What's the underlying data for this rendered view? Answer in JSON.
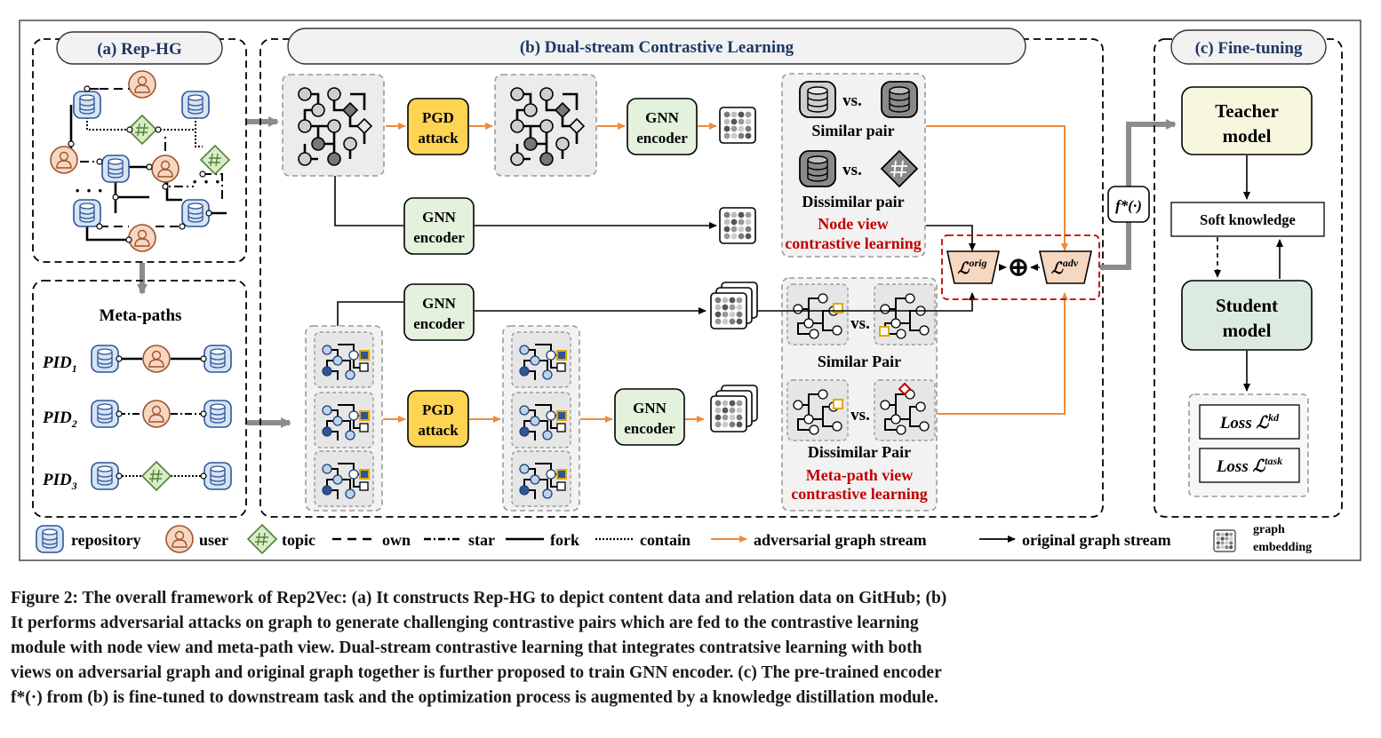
{
  "sections": {
    "rep_hg": "(a) Rep-HG",
    "dual_stream": "(b) Dual-stream Contrastive Learning",
    "fine_tuning": "(c) Fine-tuning"
  },
  "metapaths": {
    "title": "Meta-paths",
    "pid1": "PID",
    "pid1_sub": "1",
    "pid2": "PID",
    "pid2_sub": "2",
    "pid3": "PID",
    "pid3_sub": "3"
  },
  "stream": {
    "pgd_line1": "PGD",
    "pgd_line2": "attack",
    "gnn_line1": "GNN",
    "gnn_line2": "encoder",
    "vs": "vs.",
    "similar_pair": "Similar pair",
    "dissimilar_pair": "Dissimilar pair",
    "node_view_1": "Node view",
    "node_view_2": "contrastive learning",
    "similar_pair_mp": "Similar Pair",
    "dissimilar_pair_mp": "Dissimilar Pair",
    "mp_view_1": "Meta-path view",
    "mp_view_2": "contrastive learning",
    "loss_orig": "ℒ",
    "loss_orig_sup": "orig",
    "loss_adv": "ℒ",
    "loss_adv_sup": "adv",
    "oplus": "⊕",
    "fstar": "f*(·)"
  },
  "finetune": {
    "teacher_1": "Teacher",
    "teacher_2": "model",
    "soft_knowledge": "Soft knowledge",
    "student_1": "Student",
    "student_2": "model",
    "loss_kd": "Loss ℒ",
    "loss_kd_sup": "kd",
    "loss_task": "Loss ℒ",
    "loss_task_sup": "task"
  },
  "legend": {
    "repository": "repository",
    "user": "user",
    "topic": "topic",
    "own": "own",
    "star": "star",
    "fork": "fork",
    "contain": "contain",
    "adversarial": "adversarial graph stream",
    "original": "original graph stream",
    "graph_1": "graph",
    "graph_2": "embedding"
  },
  "colors": {
    "orange": "#f08a3c",
    "red": "#c00000",
    "repo_blue": "#d6e4f4",
    "user_orange": "#f6d7c1",
    "topic_green": "#d8ecc8",
    "pgd_yellow": "#ffd452",
    "gnn_green": "#e4f1dc",
    "teacher_yellow": "#f6f7dc",
    "student_green": "#dcebe1"
  },
  "caption": {
    "line1": "Figure 2: The overall framework of Rep2Vec: (a) It constructs Rep-HG to depict content data and relation data on GitHub; (b)",
    "line2": "It performs adversarial attacks on graph to generate challenging contrastive pairs which are fed to the contrastive learning",
    "line3": "module with node view and meta-path view. Dual-stream contrastive learning that integrates contratsive learning with both",
    "line4": "views on adversarial graph and original graph together is further proposed to train GNN encoder. (c) The pre-trained encoder",
    "line5": "f*(·) from (b) is fine-tuned to downstream task and the optimization process is augmented by a knowledge distillation module."
  }
}
